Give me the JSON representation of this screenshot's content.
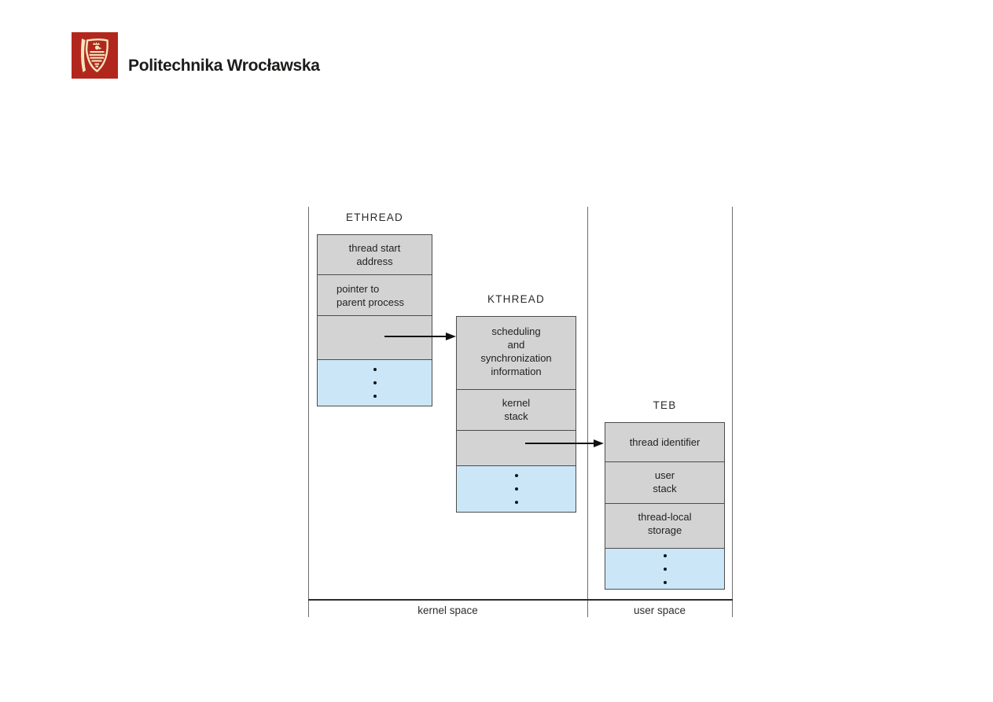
{
  "header": {
    "institution": "Politechnika Wrocławska",
    "logo": {
      "icon": "wroclaw-university-crest",
      "square_color": "#b2271d",
      "emblem_color": "#f4e6c0"
    }
  },
  "diagram": {
    "colors": {
      "section_fill": "#d3d3d3",
      "ellipsis_fill": "#cbe7f7",
      "border": "#4c4c4c",
      "arrow": "#111111",
      "text": "#222222"
    },
    "structures": {
      "ethread": {
        "label": "ETHREAD",
        "sections": [
          {
            "lines": [
              "thread start",
              "address"
            ]
          },
          {
            "lines": [
              "pointer to",
              "parent process"
            ]
          },
          {
            "lines": [],
            "note": "empty cell, source of pointer arrow to KTHREAD"
          },
          {
            "type": "ellipsis"
          }
        ]
      },
      "kthread": {
        "label": "KTHREAD",
        "sections": [
          {
            "lines": [
              "scheduling",
              "and",
              "synchronization",
              "information"
            ]
          },
          {
            "lines": [
              "kernel",
              "stack"
            ]
          },
          {
            "lines": [],
            "note": "empty cell, source of pointer arrow to TEB"
          },
          {
            "type": "ellipsis"
          }
        ]
      },
      "teb": {
        "label": "TEB",
        "sections": [
          {
            "lines": [
              "thread identifier"
            ]
          },
          {
            "lines": [
              "user",
              "stack"
            ]
          },
          {
            "lines": [
              "thread-local",
              "storage"
            ]
          },
          {
            "type": "ellipsis"
          }
        ]
      }
    },
    "arrows": [
      {
        "from": "ethread",
        "to": "kthread"
      },
      {
        "from": "kthread",
        "to": "teb"
      }
    ],
    "regions": {
      "kernel": {
        "label": "kernel space"
      },
      "user": {
        "label": "user space"
      }
    }
  }
}
